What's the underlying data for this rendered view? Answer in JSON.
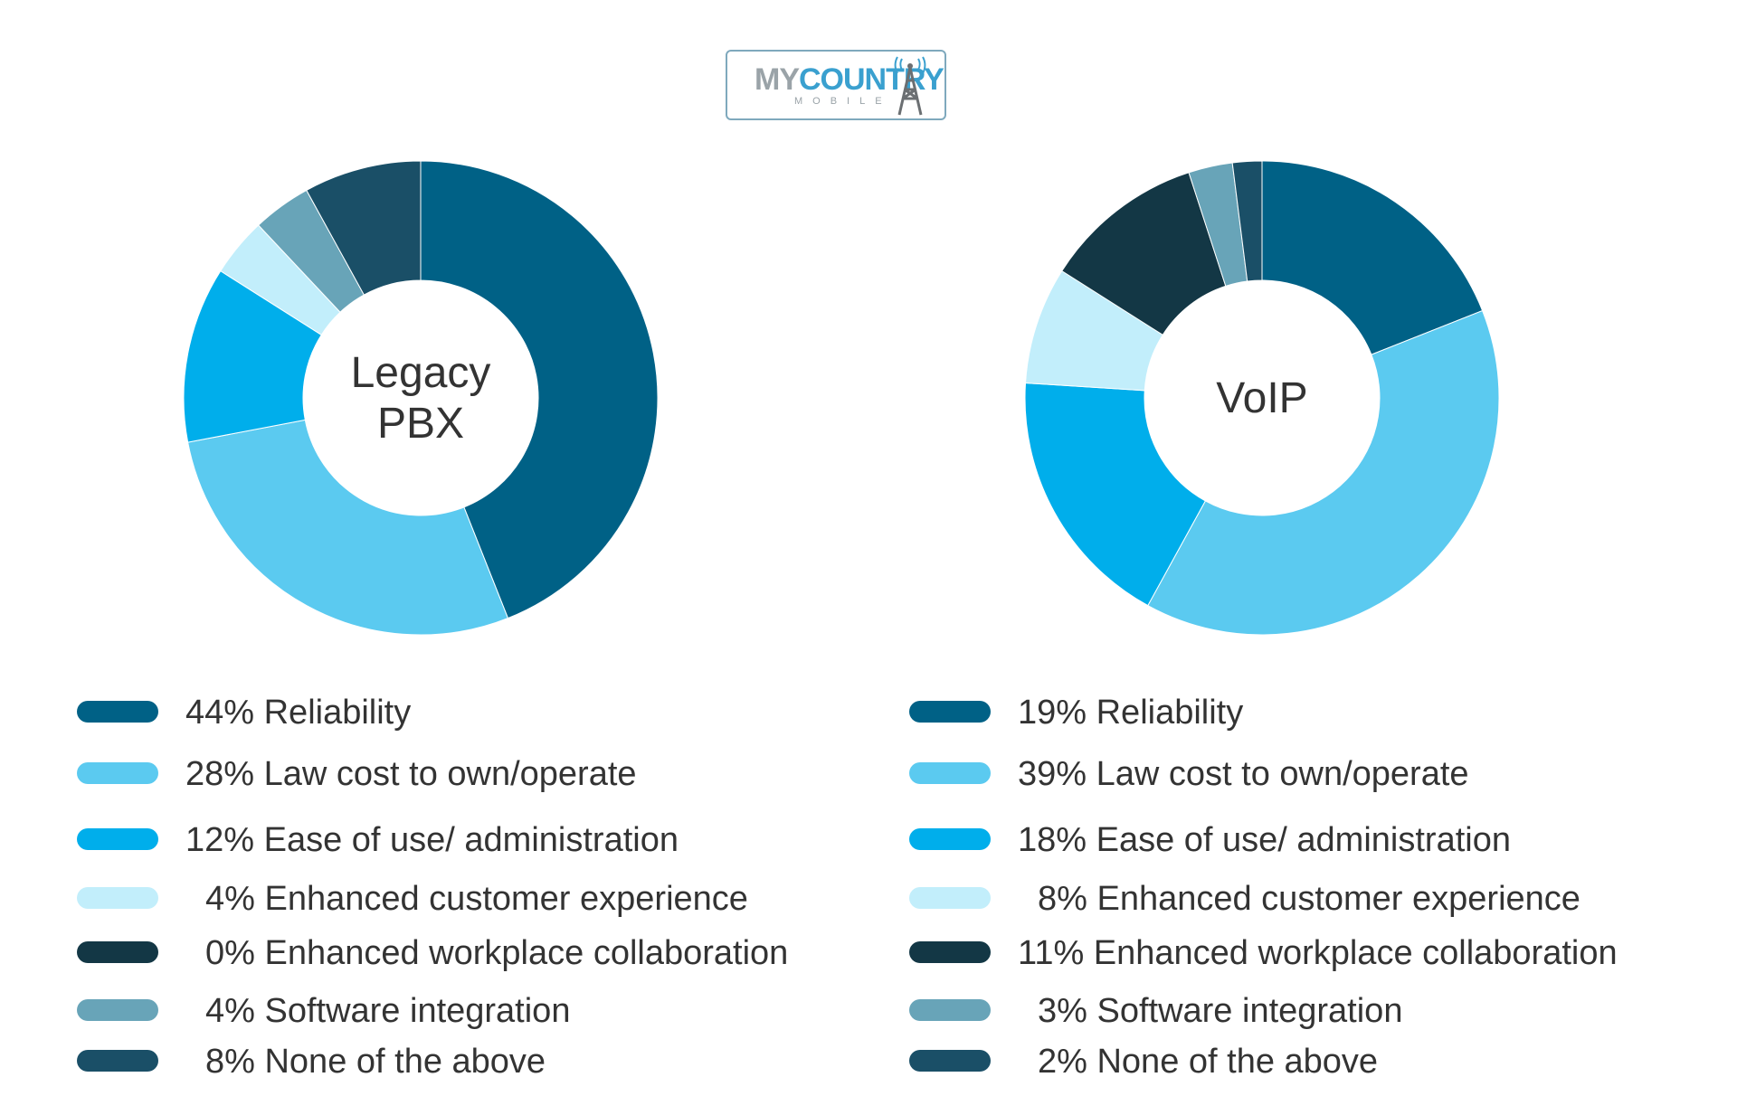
{
  "logo": {
    "main_my": "MY",
    "main_country": "COUNTRY",
    "sub": "MOBILE"
  },
  "colors": {
    "reliability": "#006186",
    "cost": "#5bcaf0",
    "ease": "#00aeeb",
    "customer": "#c2eefb",
    "collab": "#133745",
    "software": "#68a4b8",
    "none": "#1a4f67"
  },
  "chart_data": [
    {
      "type": "pie",
      "style": "donut",
      "center_label": "Legacy\nPBX",
      "slices": [
        {
          "label": "Reliability",
          "value": 44,
          "display": "44%",
          "color": "#006186"
        },
        {
          "label": "Law cost to own/operate",
          "value": 28,
          "display": "28%",
          "color": "#5bcaf0"
        },
        {
          "label": "Ease of use/ administration",
          "value": 12,
          "display": "12%",
          "color": "#00aeeb"
        },
        {
          "label": "Enhanced customer experience",
          "value": 4,
          "display": "4%",
          "color": "#c2eefb"
        },
        {
          "label": "Enhanced workplace collaboration",
          "value": 0,
          "display": "0%",
          "color": "#133745"
        },
        {
          "label": "Software integration",
          "value": 4,
          "display": "4%",
          "color": "#68a4b8"
        },
        {
          "label": "None of the above",
          "value": 8,
          "display": "8%",
          "color": "#1a4f67"
        }
      ]
    },
    {
      "type": "pie",
      "style": "donut",
      "center_label": "VoIP",
      "slices": [
        {
          "label": "Reliability",
          "value": 19,
          "display": "19%",
          "color": "#006186"
        },
        {
          "label": "Law cost to own/operate",
          "value": 39,
          "display": "39%",
          "color": "#5bcaf0"
        },
        {
          "label": "Ease of use/ administration",
          "value": 18,
          "display": "18%",
          "color": "#00aeeb"
        },
        {
          "label": "Enhanced customer experience",
          "value": 8,
          "display": "8%",
          "color": "#c2eefb"
        },
        {
          "label": "Enhanced workplace collaboration",
          "value": 11,
          "display": "11%",
          "color": "#133745"
        },
        {
          "label": "Software integration",
          "value": 3,
          "display": "3%",
          "color": "#68a4b8"
        },
        {
          "label": "None of the above",
          "value": 2,
          "display": "2%",
          "color": "#1a4f67"
        }
      ]
    }
  ]
}
